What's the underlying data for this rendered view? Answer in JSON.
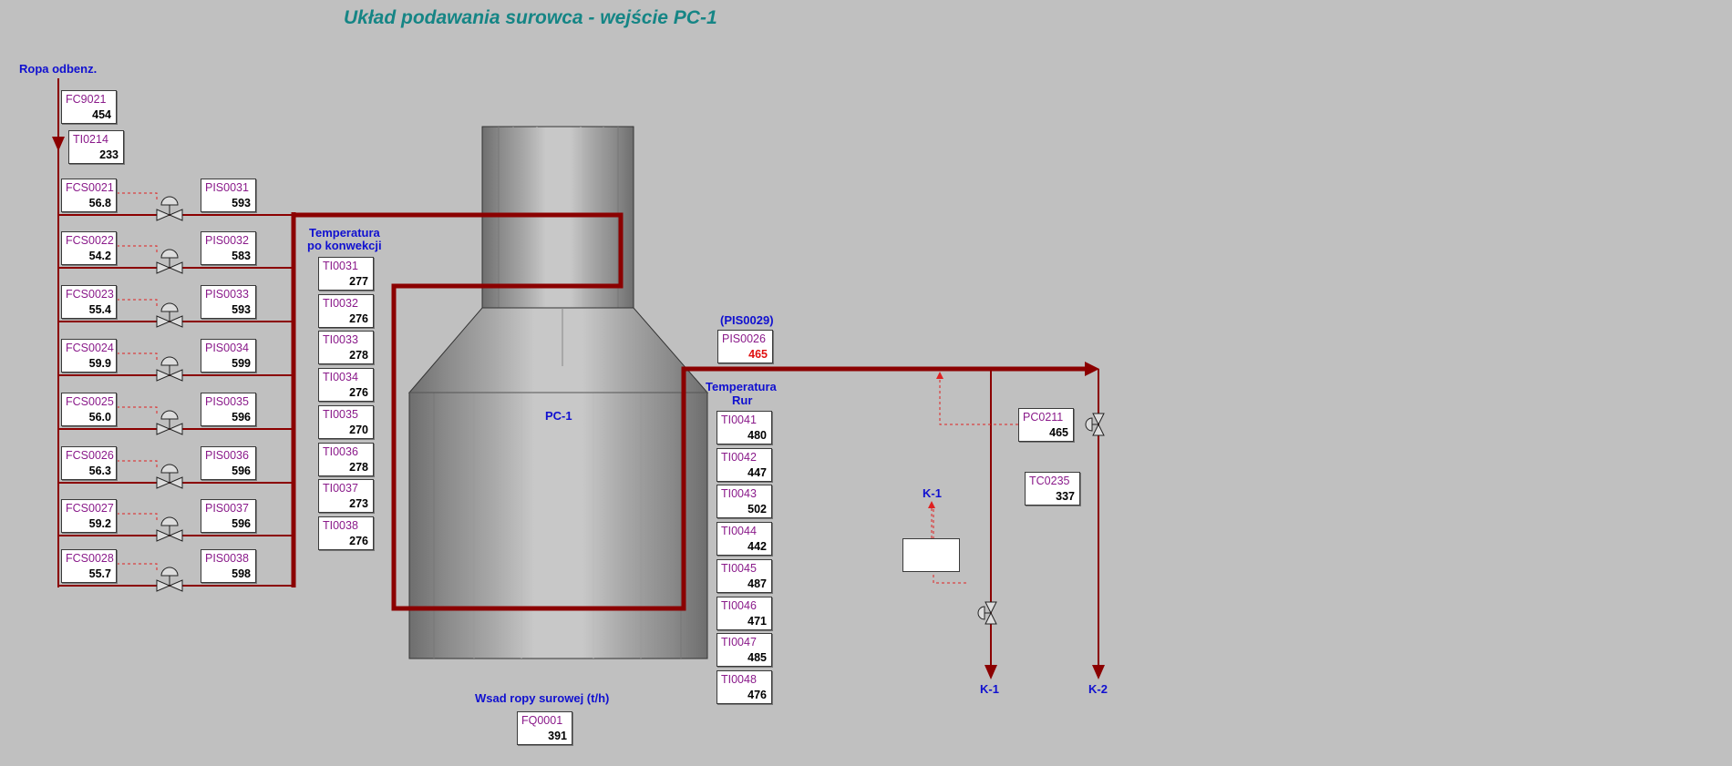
{
  "title": "Układ podawania surowca - wejście PC-1",
  "labels": {
    "feed": "Ropa odbenz.",
    "conv_temp_1": "Temperatura",
    "conv_temp_2": "po konwekcji",
    "pis0029": "(PIS0029)",
    "tube_temp_1": "Temperatura",
    "tube_temp_2": "Rur",
    "furnace": "PC-1",
    "feed_total": "Wsad ropy surowej (t/h)",
    "k1_top": "K-1",
    "k1_bottom": "K-1",
    "k2_bottom": "K-2"
  },
  "inlet": {
    "fc9021": {
      "name": "FC9021",
      "value": "454"
    },
    "ti0214": {
      "name": "TI0214",
      "value": "233"
    }
  },
  "passes": [
    {
      "fcs": {
        "name": "FCS0021",
        "value": "56.8"
      },
      "pis": {
        "name": "PIS0031",
        "value": "593"
      }
    },
    {
      "fcs": {
        "name": "FCS0022",
        "value": "54.2"
      },
      "pis": {
        "name": "PIS0032",
        "value": "583"
      }
    },
    {
      "fcs": {
        "name": "FCS0023",
        "value": "55.4"
      },
      "pis": {
        "name": "PIS0033",
        "value": "593"
      }
    },
    {
      "fcs": {
        "name": "FCS0024",
        "value": "59.9"
      },
      "pis": {
        "name": "PIS0034",
        "value": "599"
      }
    },
    {
      "fcs": {
        "name": "FCS0025",
        "value": "56.0"
      },
      "pis": {
        "name": "PIS0035",
        "value": "596"
      }
    },
    {
      "fcs": {
        "name": "FCS0026",
        "value": "56.3"
      },
      "pis": {
        "name": "PIS0036",
        "value": "596"
      }
    },
    {
      "fcs": {
        "name": "FCS0027",
        "value": "59.2"
      },
      "pis": {
        "name": "PIS0037",
        "value": "596"
      }
    },
    {
      "fcs": {
        "name": "FCS0028",
        "value": "55.7"
      },
      "pis": {
        "name": "PIS0038",
        "value": "598"
      }
    }
  ],
  "convection_temps": [
    {
      "name": "TI0031",
      "value": "277"
    },
    {
      "name": "TI0032",
      "value": "276"
    },
    {
      "name": "TI0033",
      "value": "278"
    },
    {
      "name": "TI0034",
      "value": "276"
    },
    {
      "name": "TI0035",
      "value": "270"
    },
    {
      "name": "TI0036",
      "value": "278"
    },
    {
      "name": "TI0037",
      "value": "273"
    },
    {
      "name": "TI0038",
      "value": "276"
    }
  ],
  "tube_temps": [
    {
      "name": "TI0041",
      "value": "480"
    },
    {
      "name": "TI0042",
      "value": "447"
    },
    {
      "name": "TI0043",
      "value": "502"
    },
    {
      "name": "TI0044",
      "value": "442"
    },
    {
      "name": "TI0045",
      "value": "487"
    },
    {
      "name": "TI0046",
      "value": "471"
    },
    {
      "name": "TI0047",
      "value": "485"
    },
    {
      "name": "TI0048",
      "value": "476"
    }
  ],
  "pis0026": {
    "name": "PIS0026",
    "value": "465"
  },
  "pc0211": {
    "name": "PC0211",
    "value": "465"
  },
  "tc0235": {
    "name": "TC0235",
    "value": "337"
  },
  "fq0001": {
    "name": "FQ0001",
    "value": "391"
  },
  "colors": {
    "background": "#c0c0c0",
    "pipe": "#8b0000",
    "label_blue": "#1010d0",
    "tag_name": "#8a1a8a",
    "alarm": "#e01010",
    "signal_line": "#e02020",
    "title": "#158585"
  }
}
